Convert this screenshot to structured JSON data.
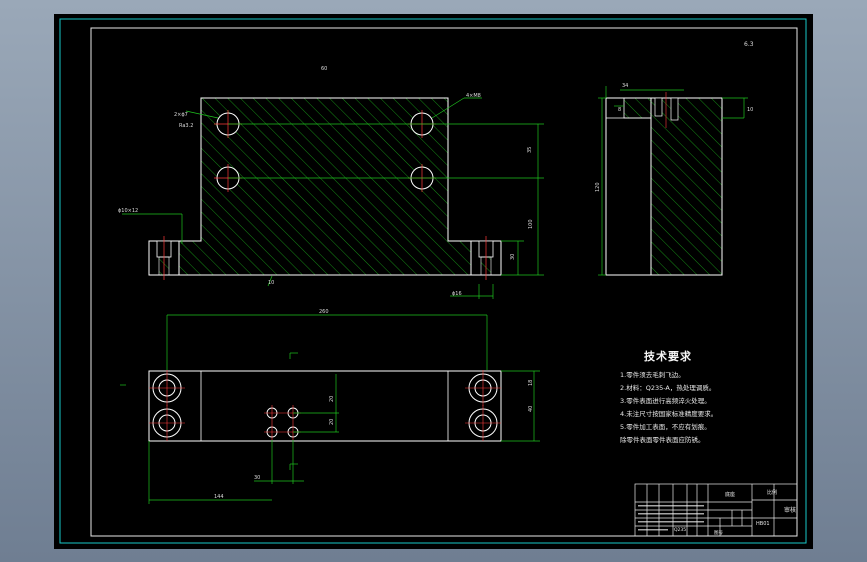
{
  "drawing": {
    "roughness_mark": "6.3",
    "top_label": "60",
    "dims_front": {
      "hole_note_left": "2×ϕ7",
      "hole_note_left2": "Ra3.2",
      "hole_note_right": "4×M8",
      "counterbore": "ϕ10×12",
      "height_right_1": "35",
      "height_right_2": "100",
      "step_height": "30",
      "bottom_depth": "10",
      "bottom_slot": "ϕ16"
    },
    "dims_side": {
      "top_width": "34",
      "left_step": "8",
      "right_step": "10",
      "height": "120"
    },
    "dims_plan": {
      "total_length": "260",
      "offset_left": "144",
      "hole_spacing_1": "20",
      "hole_spacing_2": "20",
      "side_1": "18",
      "side_2": "40",
      "small_mark": "30"
    }
  },
  "tech_requirements": {
    "title": "技术要求",
    "items": [
      "1.零件须去毛刺飞边。",
      "2.材料：Q235-A，热处理调质。",
      "3.零件表面进行高频淬火处理。",
      "4.未注尺寸按国家标准精度要求。",
      "5.零件加工表面，不应有划痕。",
      "除零件表面零件表面应防锈。"
    ]
  },
  "title_block": {
    "part_name": "底座",
    "scale_label": "比例",
    "drawing_no": "HB01",
    "material": "Q235",
    "sign_label": "图号",
    "company": "审核"
  }
}
